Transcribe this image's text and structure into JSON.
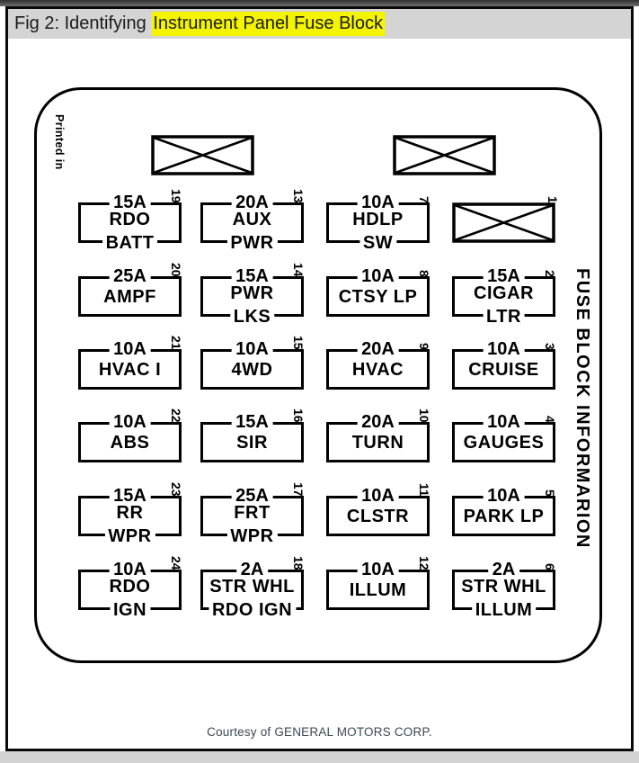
{
  "title_bar": {
    "prefix": "Fig 2: Identifying ",
    "highlight": "Instrument Panel Fuse Block"
  },
  "colors": {
    "highlight_bg": "#f4f400",
    "title_bar_bg": "#d4d4d4",
    "diagram_line": "#000000",
    "credit_text": "#3a4955"
  },
  "diagram": {
    "printed_in": "Printed in",
    "side_label": "FUSE BLOCK INFORMARION",
    "top_relays": [
      {
        "icon": "crossed-box"
      },
      {
        "icon": "crossed-box"
      }
    ],
    "fuses": [
      {
        "num": "19",
        "amp": "15A",
        "lines": [
          "RDO",
          "BATT"
        ]
      },
      {
        "num": "13",
        "amp": "20A",
        "lines": [
          "AUX",
          "PWR"
        ]
      },
      {
        "num": "7",
        "amp": "10A",
        "lines": [
          "HDLP",
          "SW"
        ]
      },
      {
        "num": "1",
        "type": "crossed"
      },
      {
        "num": "20",
        "amp": "25A",
        "lines": [
          "AMPF"
        ]
      },
      {
        "num": "14",
        "amp": "15A",
        "lines": [
          "PWR",
          "LKS"
        ]
      },
      {
        "num": "8",
        "amp": "10A",
        "lines": [
          "CTSY LP"
        ]
      },
      {
        "num": "2",
        "amp": "15A",
        "lines": [
          "CIGAR",
          "LTR"
        ]
      },
      {
        "num": "21",
        "amp": "10A",
        "lines": [
          "HVAC I"
        ]
      },
      {
        "num": "15",
        "amp": "10A",
        "lines": [
          "4WD"
        ]
      },
      {
        "num": "9",
        "amp": "20A",
        "lines": [
          "HVAC"
        ]
      },
      {
        "num": "3",
        "amp": "10A",
        "lines": [
          "CRUISE"
        ]
      },
      {
        "num": "22",
        "amp": "10A",
        "lines": [
          "ABS"
        ]
      },
      {
        "num": "16",
        "amp": "15A",
        "lines": [
          "SIR"
        ]
      },
      {
        "num": "10",
        "amp": "20A",
        "lines": [
          "TURN"
        ]
      },
      {
        "num": "4",
        "amp": "10A",
        "lines": [
          "GAUGES"
        ]
      },
      {
        "num": "23",
        "amp": "15A",
        "lines": [
          "RR",
          "WPR"
        ]
      },
      {
        "num": "17",
        "amp": "25A",
        "lines": [
          "FRT",
          "WPR"
        ]
      },
      {
        "num": "11",
        "amp": "10A",
        "lines": [
          "CLSTR"
        ]
      },
      {
        "num": "5",
        "amp": "10A",
        "lines": [
          "PARK LP"
        ]
      },
      {
        "num": "24",
        "amp": "10A",
        "lines": [
          "RDO",
          "IGN"
        ]
      },
      {
        "num": "18",
        "amp": "2A",
        "lines": [
          "STR WHL",
          "RDO IGN"
        ]
      },
      {
        "num": "12",
        "amp": "10A",
        "lines": [
          "ILLUM"
        ]
      },
      {
        "num": "6",
        "amp": "2A",
        "lines": [
          "STR WHL",
          "ILLUM"
        ]
      }
    ]
  },
  "footer": {
    "credit": "Courtesy of GENERAL MOTORS CORP."
  }
}
